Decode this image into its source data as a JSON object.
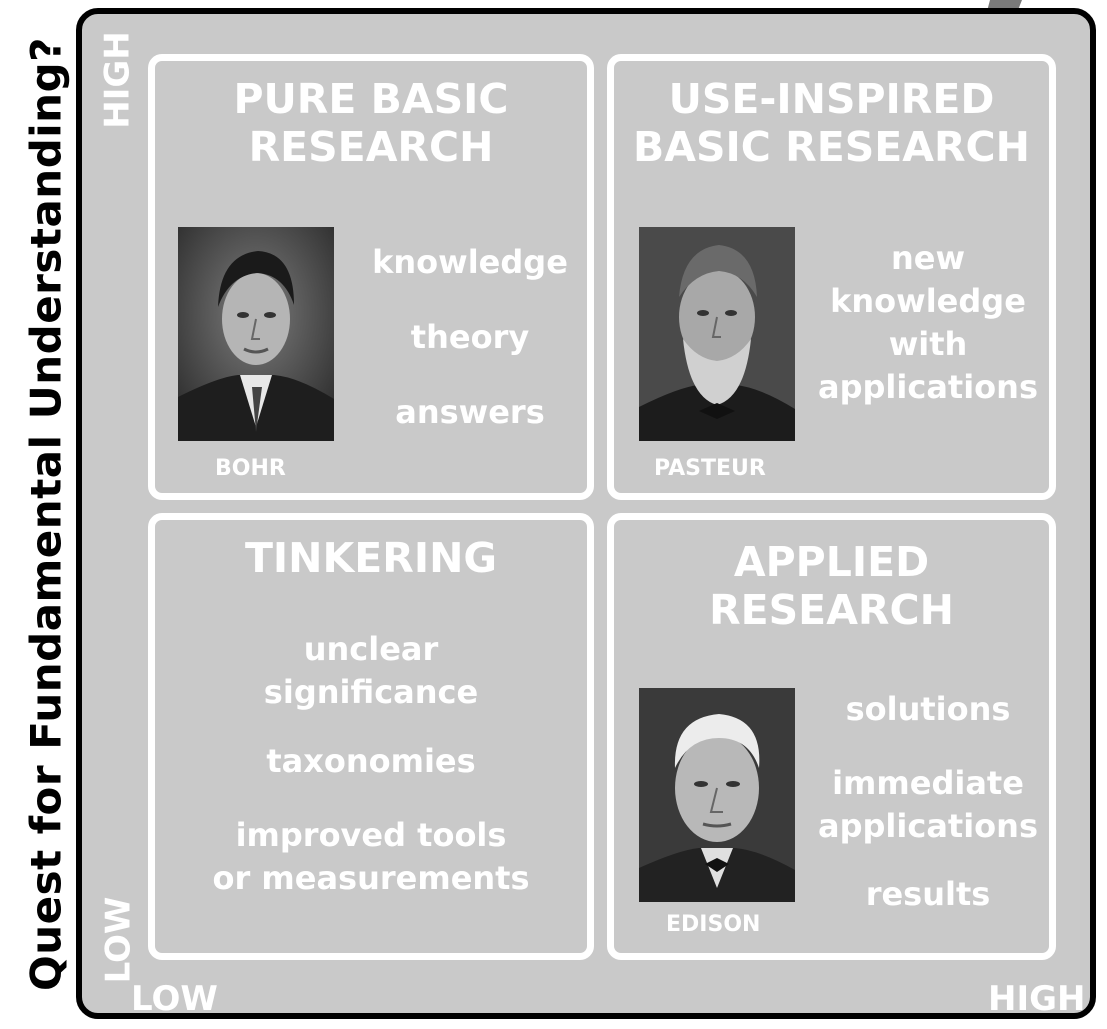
{
  "axes": {
    "y_title": "Quest for Fundamental Understanding?",
    "y_high": "HIGH",
    "y_low": "LOW",
    "x_low": "LOW",
    "x_high": "HIGH"
  },
  "quadrants": {
    "top_left": {
      "title": [
        "PURE BASIC",
        "RESEARCH"
      ],
      "items": [
        "knowledge",
        "theory",
        "answers"
      ],
      "person": "BOHR"
    },
    "top_right": {
      "title": [
        "USE-INSPIRED",
        "BASIC RESEARCH"
      ],
      "items": [
        "new",
        "knowledge",
        "with",
        "applications"
      ],
      "person": "PASTEUR"
    },
    "bottom_left": {
      "title": [
        "TINKERING"
      ],
      "items": [
        "unclear",
        "significance",
        "taxonomies",
        "improved tools",
        "or measurements"
      ]
    },
    "bottom_right": {
      "title": [
        "APPLIED",
        "RESEARCH"
      ],
      "items": [
        "solutions",
        "immediate",
        "applications",
        "results"
      ],
      "person": "EDISON"
    }
  },
  "colors": {
    "background": "#c9c9c9",
    "frame": "#000000",
    "text": "#ffffff"
  }
}
